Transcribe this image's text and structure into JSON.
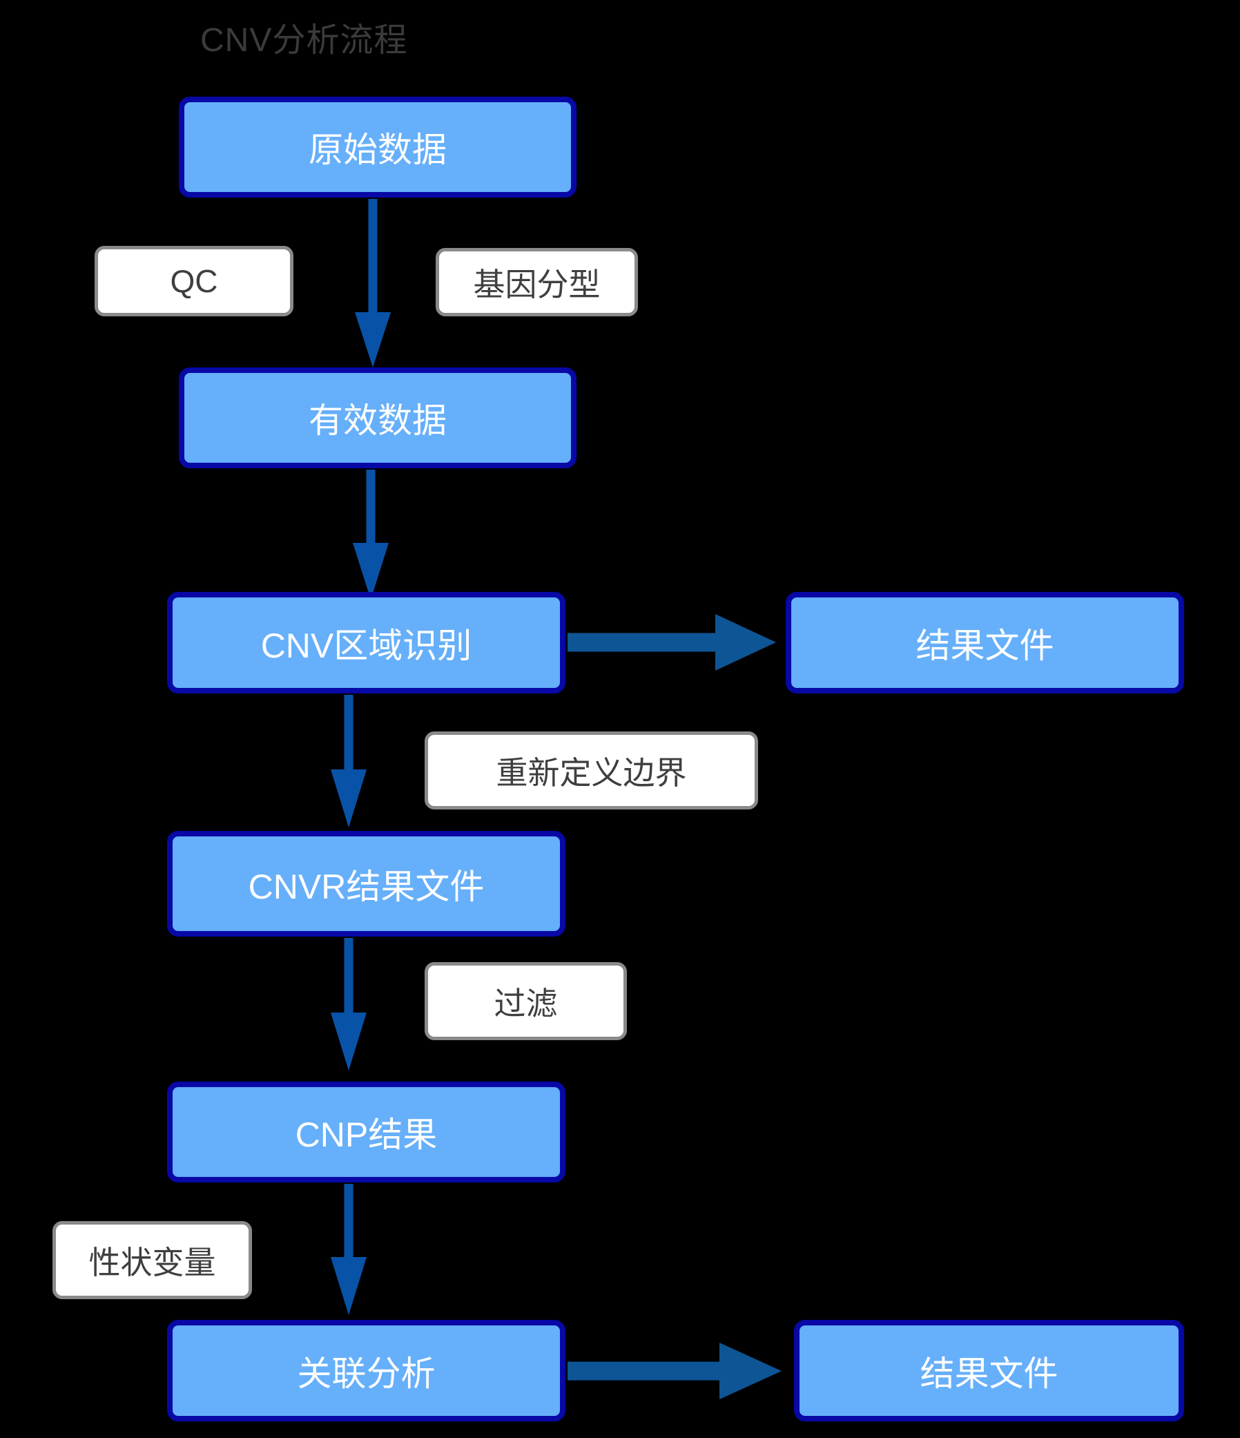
{
  "title": "CNV分析流程",
  "nodes": {
    "raw": {
      "label": "原始数据"
    },
    "valid": {
      "label": "有效数据"
    },
    "cnv_region": {
      "label": "CNV区域识别"
    },
    "result_top": {
      "label": "结果文件"
    },
    "cnvr": {
      "label": "CNVR结果文件"
    },
    "cnp": {
      "label": "CNP结果"
    },
    "association": {
      "label": "关联分析"
    },
    "result_bottom": {
      "label": "结果文件"
    }
  },
  "edge_labels": {
    "qc": "QC",
    "genotyping": "基因分型",
    "redefine": "重新定义边界",
    "filter": "过滤",
    "trait": "性状变量"
  },
  "flow": [
    {
      "from": "原始数据",
      "to": "有效数据",
      "labels": [
        "QC",
        "基因分型"
      ]
    },
    {
      "from": "有效数据",
      "to": "CNV区域识别",
      "labels": []
    },
    {
      "from": "CNV区域识别",
      "to": "结果文件",
      "labels": []
    },
    {
      "from": "CNV区域识别",
      "to": "CNVR结果文件",
      "labels": [
        "重新定义边界"
      ]
    },
    {
      "from": "CNVR结果文件",
      "to": "CNP结果",
      "labels": [
        "过滤"
      ]
    },
    {
      "from": "CNP结果",
      "to": "关联分析",
      "labels": [
        "性状变量"
      ]
    },
    {
      "from": "关联分析",
      "to": "结果文件",
      "labels": []
    }
  ],
  "colors": {
    "background": "#000000",
    "node_fill": "#66affa",
    "node_border": "#0708a6",
    "node_text": "#ffffff",
    "label_fill": "#ffffff",
    "label_border": "#8a8a8a",
    "label_text": "#3f3f3f",
    "arrow_vertical": "#0853a8",
    "arrow_horizontal": "#0e5596",
    "title_text": "#3b3b3b"
  }
}
